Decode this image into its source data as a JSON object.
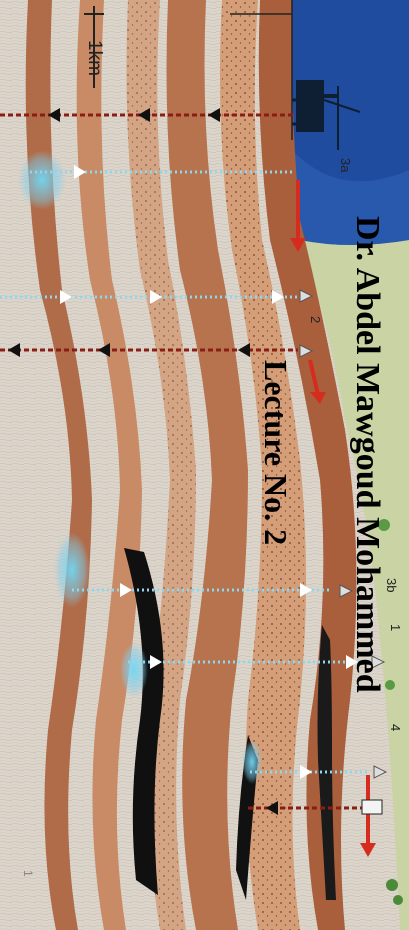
{
  "slide": {
    "author": "Dr. Abdel Mawgoud Mohammed",
    "lecture": "Lecture No. 2"
  },
  "scale_bar": {
    "label": "1km"
  },
  "well_labels": [
    "1",
    "2",
    "3a",
    "3b",
    "4"
  ],
  "corner_mark": "1",
  "colors": {
    "sea": "#1f4c9e",
    "land": "#c9d3a3",
    "shale_light": "#d9d2c8",
    "shale_brown": "#b7724e",
    "sand_dotted": "#d39e78",
    "oil": "#101010",
    "gas": "#55c6ea",
    "arrow_red": "#d62b1f"
  }
}
